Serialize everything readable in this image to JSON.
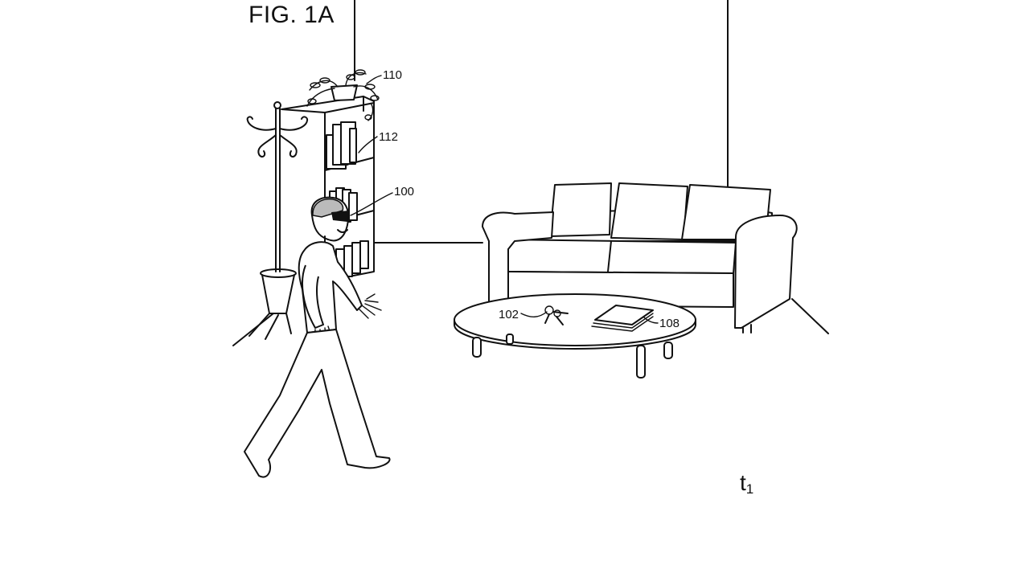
{
  "figure": {
    "title": "FIG. 1A",
    "time_label": {
      "base": "t",
      "subscript": "1"
    },
    "reference_labels": {
      "plant": "110",
      "books": "112",
      "headset_user": "100",
      "keys": "102",
      "papers": "108"
    }
  }
}
